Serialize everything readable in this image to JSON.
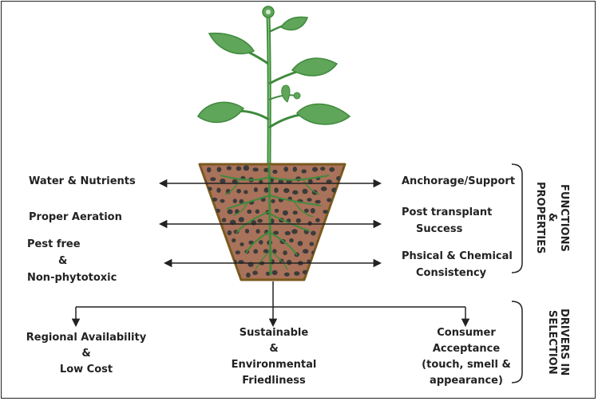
{
  "left_labels": {
    "water": "Water & Nutrients",
    "aeration": "Proper Aeration",
    "pest_l1": "Pest free",
    "pest_l2": "&",
    "pest_l3": "Non-phytotoxic"
  },
  "right_labels": {
    "anchorage": "Anchorage/Support",
    "transplant_l1": "Post transplant",
    "transplant_l2": "Success",
    "consistency_l1": "Phsical & Chemical",
    "consistency_l2": "Consistency"
  },
  "side_titles": {
    "functions_l1": "FUNCTIONS",
    "functions_l2": "&",
    "functions_l3": "PROPERTIES",
    "drivers_l1": "DRIVERS IN",
    "drivers_l2": "SELECTION"
  },
  "bottom_labels": {
    "regional_l1": "Regional Availability",
    "regional_l2": "&",
    "regional_l3": "Low Cost",
    "sustainable_l1": "Sustainable",
    "sustainable_l2": "&",
    "sustainable_l3": "Environmental",
    "sustainable_l4": "Friedliness",
    "consumer_l1": "Consumer",
    "consumer_l2": "Acceptance",
    "consumer_l3": "(touch, smell &",
    "consumer_l4": "appearance)"
  },
  "colors": {
    "leaf": "#5fa55a",
    "stem": "#3f8a3c",
    "soil": "#a9725a",
    "pot_rim": "#7a5a1e",
    "particle": "#3b3b3b",
    "arrow": "#222222"
  }
}
